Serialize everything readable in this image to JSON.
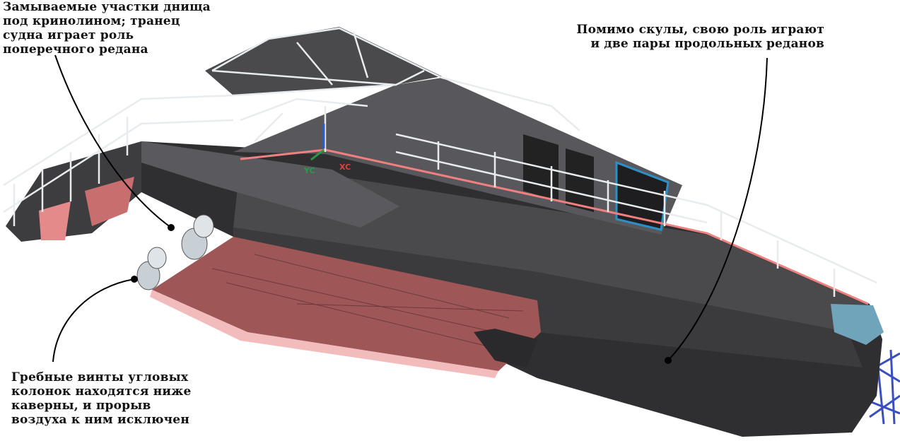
{
  "annotations": {
    "top_left": "Замываемые участки днища\nпод кринолином; транец\nсудна играет роль\nпоперечного редана",
    "top_right": "Помимо скулы, свою роль играют\nи две пары продольных реданов",
    "bottom_left": "Гребные винты угловых\nколонок находятся ниже\nкаверны, и прорыв\nвоздуха к ним исключен"
  },
  "axis_labels": {
    "y": "YC",
    "x": "XC"
  },
  "colors": {
    "hull_dark": "#2f2f31",
    "hull_mid": "#4a4a4d",
    "bottom_pink": "#9e5656",
    "bottom_light": "#f2bcbc",
    "railing": "#e8ecef",
    "bow_cap": "#6fa4bb",
    "support_blue": "#3a4fc0",
    "leader_line": "#000000"
  }
}
